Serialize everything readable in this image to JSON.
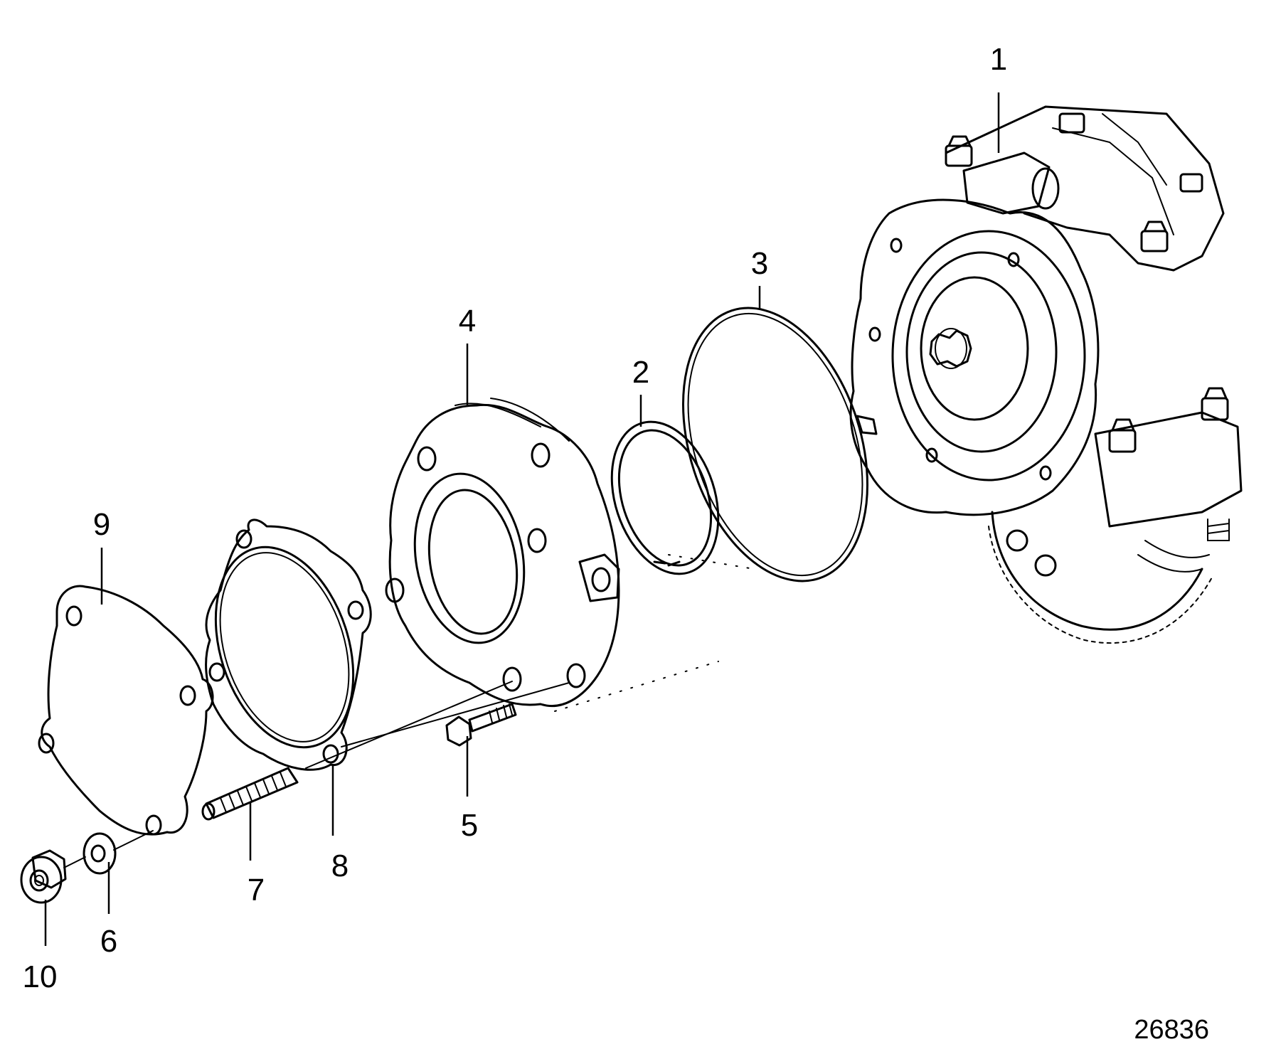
{
  "diagram": {
    "callouts": [
      {
        "id": "1",
        "label": "1"
      },
      {
        "id": "2",
        "label": "2"
      },
      {
        "id": "3",
        "label": "3"
      },
      {
        "id": "4",
        "label": "4"
      },
      {
        "id": "5",
        "label": "5"
      },
      {
        "id": "6",
        "label": "6"
      },
      {
        "id": "7",
        "label": "7"
      },
      {
        "id": "8",
        "label": "8"
      },
      {
        "id": "9",
        "label": "9"
      },
      {
        "id": "10",
        "label": "10"
      }
    ],
    "figure_number": "26836"
  }
}
